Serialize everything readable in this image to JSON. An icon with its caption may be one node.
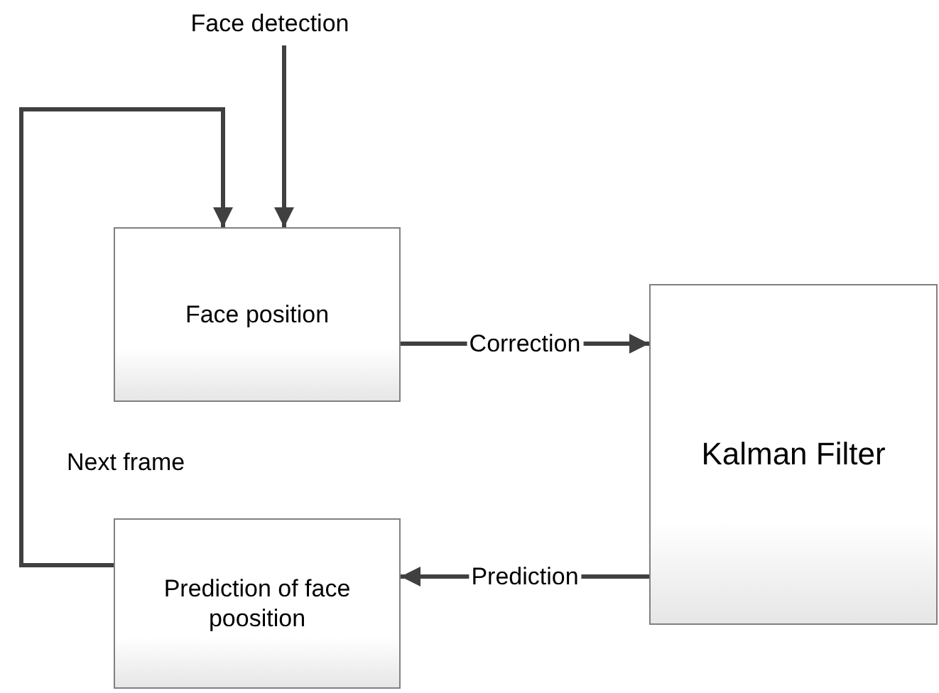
{
  "diagram": {
    "nodes": [
      {
        "text": [
          "Face detection"
        ]
      },
      {
        "text": [
          "Face position"
        ]
      },
      {
        "text": [
          "Kalman Filter"
        ]
      },
      {
        "text": [
          "Prediction of face poosition"
        ]
      }
    ],
    "edges": [
      {
        "from": 0,
        "to": 1,
        "arrow": "to"
      },
      {
        "from": 3,
        "to": 1,
        "arrow": "to"
      },
      {
        "from": 1,
        "to": 2,
        "arrow": "to",
        "label": "Correction"
      },
      {
        "from": 2,
        "to": 3,
        "arrow": "to",
        "label": "Prediction"
      }
    ],
    "labels": [
      "Next frame"
    ]
  }
}
